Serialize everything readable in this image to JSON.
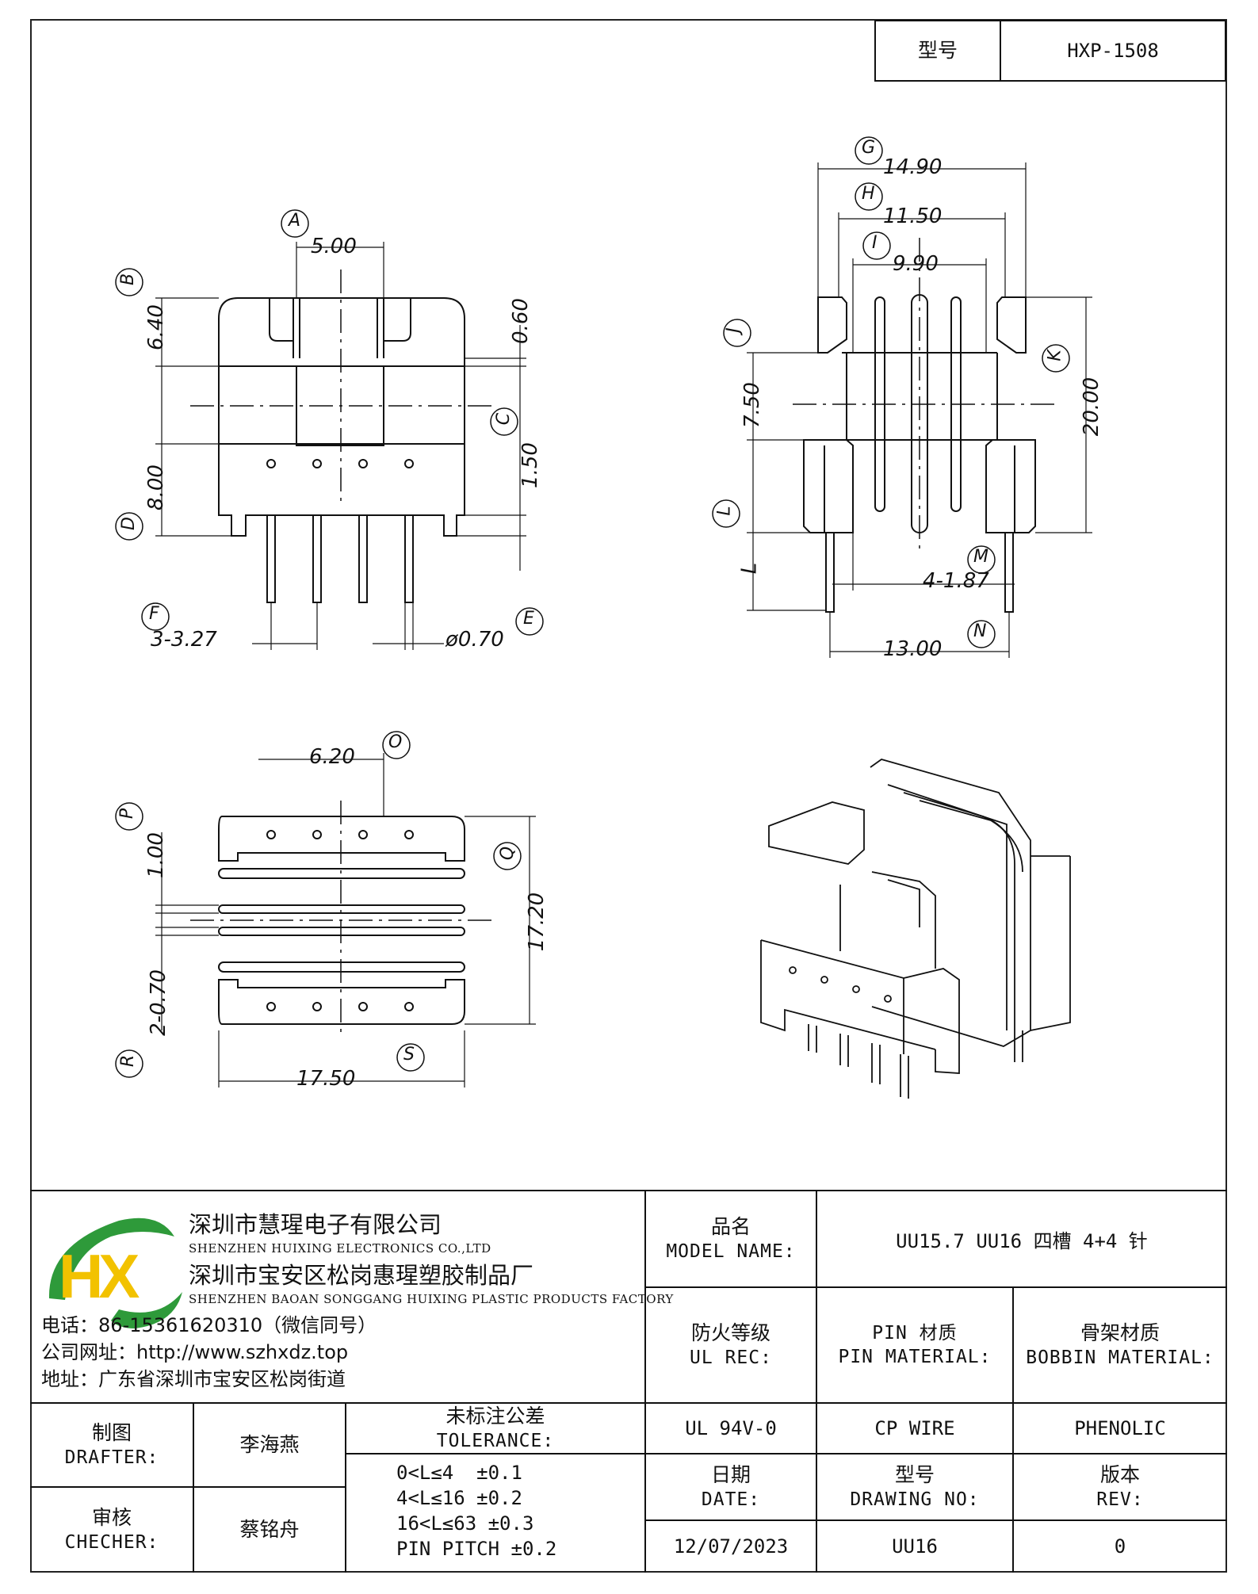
{
  "header": {
    "model_label": "型号",
    "model_value": "HXP-1508"
  },
  "views": {
    "front": {
      "A": "A",
      "B": "B",
      "C": "C",
      "D": "D",
      "E": "E",
      "F": "F",
      "d_A": "5.00",
      "d_B": "6.40",
      "d_060": "0.60",
      "d_C": "1.50",
      "d_D": "8.00",
      "d_F": "3-3.27",
      "d_E": "ø0.70"
    },
    "side": {
      "G": "G",
      "H": "H",
      "I": "I",
      "J": "J",
      "K": "K",
      "L": "L",
      "M": "M",
      "N": "N",
      "d_G": "14.90",
      "d_H": "11.50",
      "d_I": "9.90",
      "d_J": "7.50",
      "d_K": "20.00",
      "d_L": "L",
      "d_M": "4-1.87",
      "d_N": "13.00"
    },
    "bottom": {
      "O": "O",
      "P": "P",
      "Q": "Q",
      "R": "R",
      "S": "S",
      "d_O": "6.20",
      "d_P": "1.00",
      "d_Q": "17.20",
      "d_R": "2-0.70",
      "d_S": "17.50"
    }
  },
  "company": {
    "name_cn": "深圳市慧瑆电子有限公司",
    "name_en": "SHENZHEN HUIXING ELECTRONICS CO.,LTD",
    "factory_cn": "深圳市宝安区松岗惠瑆塑胶制品厂",
    "factory_en": "SHENZHEN BAOAN SONGGANG HUIXING PLASTIC PRODUCTS FACTORY",
    "phone": "电话：86-15361620310（微信同号）",
    "website": "公司网址：http://www.szhxdz.top",
    "address": "地址：广东省深圳市宝安区松岗街道",
    "logo_letters": "HX",
    "colors": {
      "logo_green": "#2e9a3a",
      "logo_yellow": "#f2c200"
    }
  },
  "title_block": {
    "model_name_cn": "品名",
    "model_name_en": "MODEL NAME:",
    "model_name_value": "UU15.7 UU16 四槽 4+4 针",
    "ul_cn": "防火等级",
    "ul_en": "UL REC:",
    "pin_cn": "PIN 材质",
    "pin_en": "PIN MATERIAL:",
    "bobbin_cn": "骨架材质",
    "bobbin_en": "BOBBIN MATERIAL:",
    "ul_value": "UL 94V-0",
    "pin_value": "CP WIRE",
    "bobbin_value": "PHENOLIC",
    "date_cn": "日期",
    "date_en": "DATE:",
    "drawing_cn": "型号",
    "drawing_en": "DRAWING NO:",
    "rev_cn": "版本",
    "rev_en": "REV:",
    "date_value": "12/07/2023",
    "drawing_value": "UU16",
    "rev_value": "0",
    "drafter_cn": "制图",
    "drafter_en": "DRAFTER:",
    "drafter_value": "李海燕",
    "checker_cn": "审核",
    "checker_en": "CHECHER:",
    "checker_value": "蔡铭舟",
    "tolerance_cn": "未标注公差",
    "tolerance_en": "TOLERANCE:",
    "tolerance_lines": [
      "0<L≤4  ±0.1",
      "4<L≤16 ±0.2",
      "16<L≤63 ±0.3",
      "PIN PITCH ±0.2"
    ]
  }
}
